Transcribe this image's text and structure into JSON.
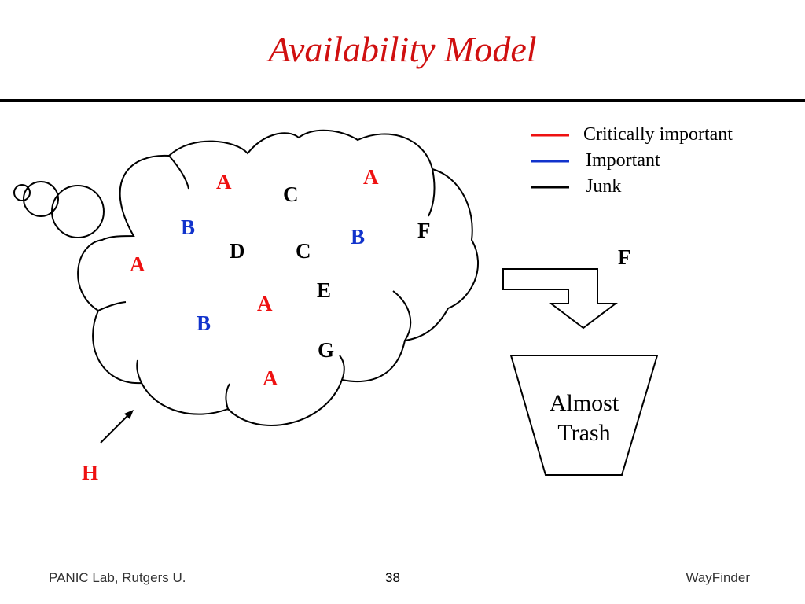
{
  "title": "Availability Model",
  "colors": {
    "critical": "#ee1111",
    "important": "#1133cc",
    "junk": "#000000"
  },
  "legend": [
    {
      "label": "Critically important",
      "color": "#ee1111"
    },
    {
      "label": "Important",
      "color": "#1133cc"
    },
    {
      "label": "Junk",
      "color": "#000000"
    }
  ],
  "cloud_items": [
    {
      "text": "A",
      "color": "#ee1111"
    },
    {
      "text": "A",
      "color": "#ee1111"
    },
    {
      "text": "C",
      "color": "#000000"
    },
    {
      "text": "B",
      "color": "#1133cc"
    },
    {
      "text": "F",
      "color": "#000000"
    },
    {
      "text": "B",
      "color": "#1133cc"
    },
    {
      "text": "D",
      "color": "#000000"
    },
    {
      "text": "C",
      "color": "#000000"
    },
    {
      "text": "A",
      "color": "#ee1111"
    },
    {
      "text": "E",
      "color": "#000000"
    },
    {
      "text": "A",
      "color": "#ee1111"
    },
    {
      "text": "B",
      "color": "#1133cc"
    },
    {
      "text": "G",
      "color": "#000000"
    },
    {
      "text": "A",
      "color": "#ee1111"
    }
  ],
  "incoming_item": {
    "text": "H",
    "color": "#ee1111"
  },
  "evicted_item": {
    "text": "F",
    "color": "#000000"
  },
  "trash_label_line1": "Almost",
  "trash_label_line2": "Trash",
  "footer": {
    "left": "PANIC Lab, Rutgers U.",
    "page": "38",
    "right": "WayFinder"
  }
}
